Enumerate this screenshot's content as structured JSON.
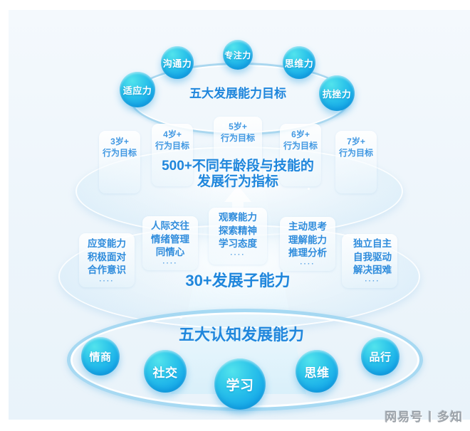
{
  "top_tier": {
    "title": "五大发展能力目标",
    "circles": [
      {
        "label": "适应力"
      },
      {
        "label": "沟通力"
      },
      {
        "label": "专注力"
      },
      {
        "label": "思维力"
      },
      {
        "label": "抗挫力"
      }
    ]
  },
  "age_tier": {
    "title_line1": "500+不同年龄段与技能的",
    "title_line2": "发展行为指标",
    "groups": [
      {
        "age": "3岁+",
        "caption": "行为目标"
      },
      {
        "age": "4岁+",
        "caption": "行为目标"
      },
      {
        "age": "5岁+",
        "caption": "行为目标"
      },
      {
        "age": "6岁+",
        "caption": "行为目标"
      },
      {
        "age": "7岁+",
        "caption": "行为目标"
      }
    ]
  },
  "sub_tier": {
    "title": "30+发展子能力",
    "groups": [
      {
        "lines": [
          "应变能力",
          "积极面对",
          "合作意识"
        ],
        "dots": "····"
      },
      {
        "lines": [
          "人际交往",
          "情绪管理",
          "同情心"
        ],
        "dots": "····"
      },
      {
        "lines": [
          "观察能力",
          "探索精神",
          "学习态度"
        ],
        "dots": "····"
      },
      {
        "lines": [
          "主动思考",
          "理解能力",
          "推理分析"
        ],
        "dots": "····"
      },
      {
        "lines": [
          "独立自主",
          "自我驱动",
          "解决困难"
        ],
        "dots": "····"
      }
    ]
  },
  "bottom_tier": {
    "title": "五大认知发展能力",
    "circles": [
      {
        "label": "情商"
      },
      {
        "label": "社交"
      },
      {
        "label": "学习"
      },
      {
        "label": "思维"
      },
      {
        "label": "品行"
      }
    ]
  },
  "watermark": {
    "platform": "网易号",
    "separator": "|",
    "account": "多知"
  },
  "colors": {
    "title_blue": "#1f86dc",
    "label_blue": "#4198e2",
    "sub_label_blue": "#2f8cdc",
    "circle_gradient_top": "#45e0ea",
    "circle_gradient_bottom": "#14a5e8",
    "panel_background": "#eef5fb",
    "ring_blue": "#a5d5ee"
  }
}
